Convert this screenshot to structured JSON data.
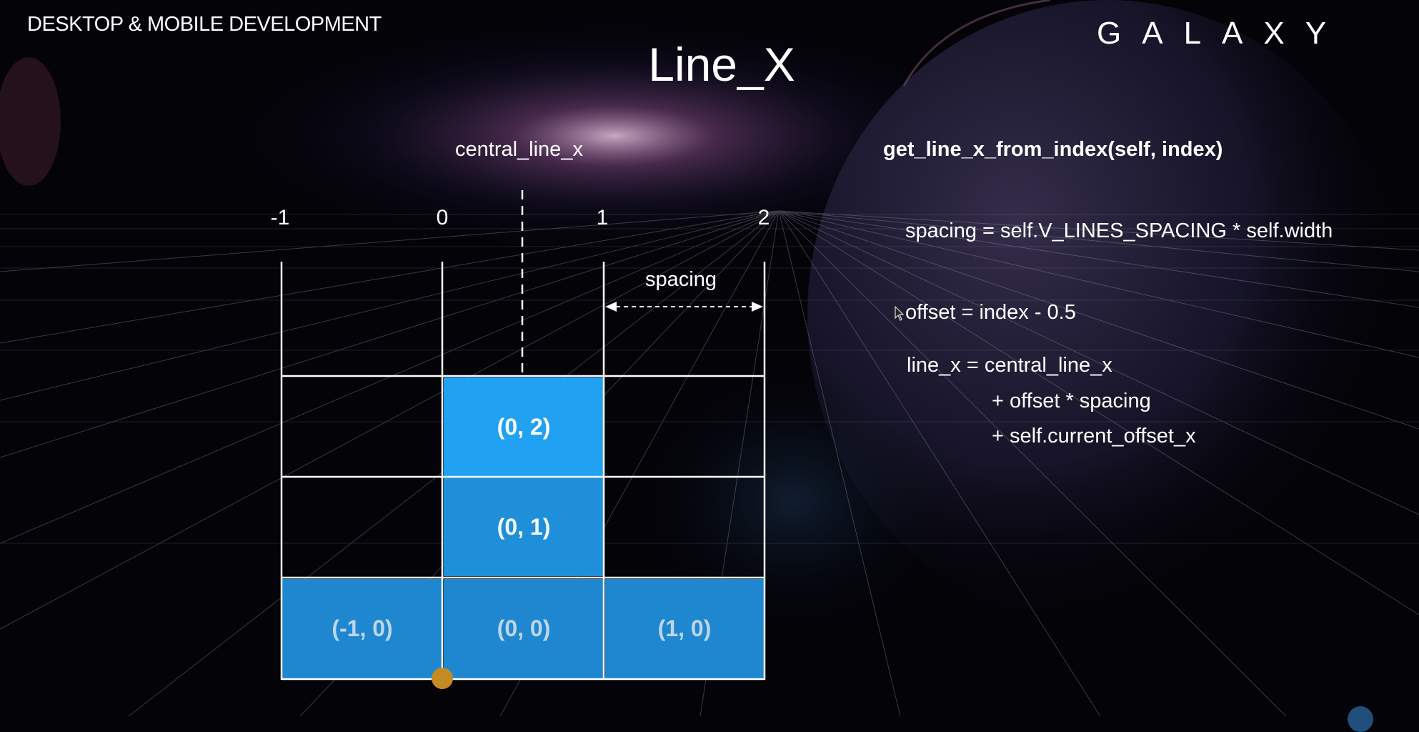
{
  "header": {
    "left_text": "DESKTOP & MOBILE DEVELOPMENT",
    "brand": "GALAXY"
  },
  "slide": {
    "title": "Line_X"
  },
  "diagram": {
    "central_line_label": "central_line_x",
    "axis_labels": [
      "-1",
      "0",
      "1",
      "2"
    ],
    "spacing_label": "spacing",
    "cells": [
      {
        "label": "(0, 2)",
        "col": 0,
        "row": 2
      },
      {
        "label": "(0, 1)",
        "col": 0,
        "row": 1
      },
      {
        "label": "(-1, 0)",
        "col": -1,
        "row": 0
      },
      {
        "label": "(0, 0)",
        "col": 0,
        "row": 0
      },
      {
        "label": "(1, 0)",
        "col": 1,
        "row": 0
      }
    ]
  },
  "code": {
    "signature": "get_line_x_from_index(self, index)",
    "lines": [
      "spacing = self.V_LINES_SPACING * self.width",
      "offset = index - 0.5",
      "line_x = central_line_x",
      "+ offset * spacing",
      "+ self.current_offset_x"
    ]
  },
  "colors": {
    "background": "#030308",
    "tile_blue": "#21a1f1",
    "grid_line": "#ffffff",
    "origin_dot": "#c48a23"
  }
}
